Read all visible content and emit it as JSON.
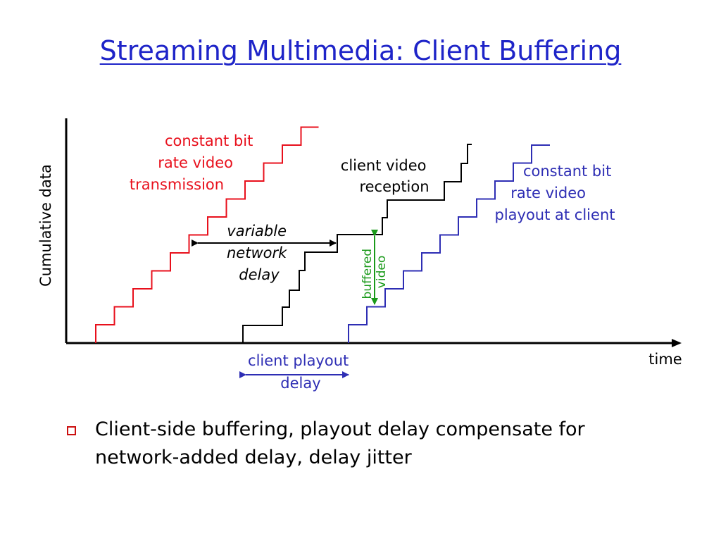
{
  "title": "Streaming Multimedia:  Client Buffering",
  "colors": {
    "title": "#1e24c8",
    "red": "#e8101c",
    "black": "#000000",
    "blue": "#2e2eb4",
    "green": "#1a9a1a",
    "bullet": "#cc1010"
  },
  "diagram": {
    "y_axis_label": "Cumulative data",
    "x_axis_label": "time",
    "red_label": [
      "constant bit",
      "rate video",
      "transmission"
    ],
    "black_label": [
      "client video",
      "reception"
    ],
    "blue_label": [
      "constant bit",
      "rate video",
      "playout at client"
    ],
    "network_delay_label": [
      "variable",
      "network",
      "delay"
    ],
    "buffered_label": [
      "buffered",
      "video"
    ],
    "playout_delay_label": [
      "client playout",
      "delay"
    ]
  },
  "bullet": {
    "icon": "hollow-square-bullet-icon",
    "text": "Client-side buffering, playout delay compensate for network-added delay, delay jitter"
  }
}
